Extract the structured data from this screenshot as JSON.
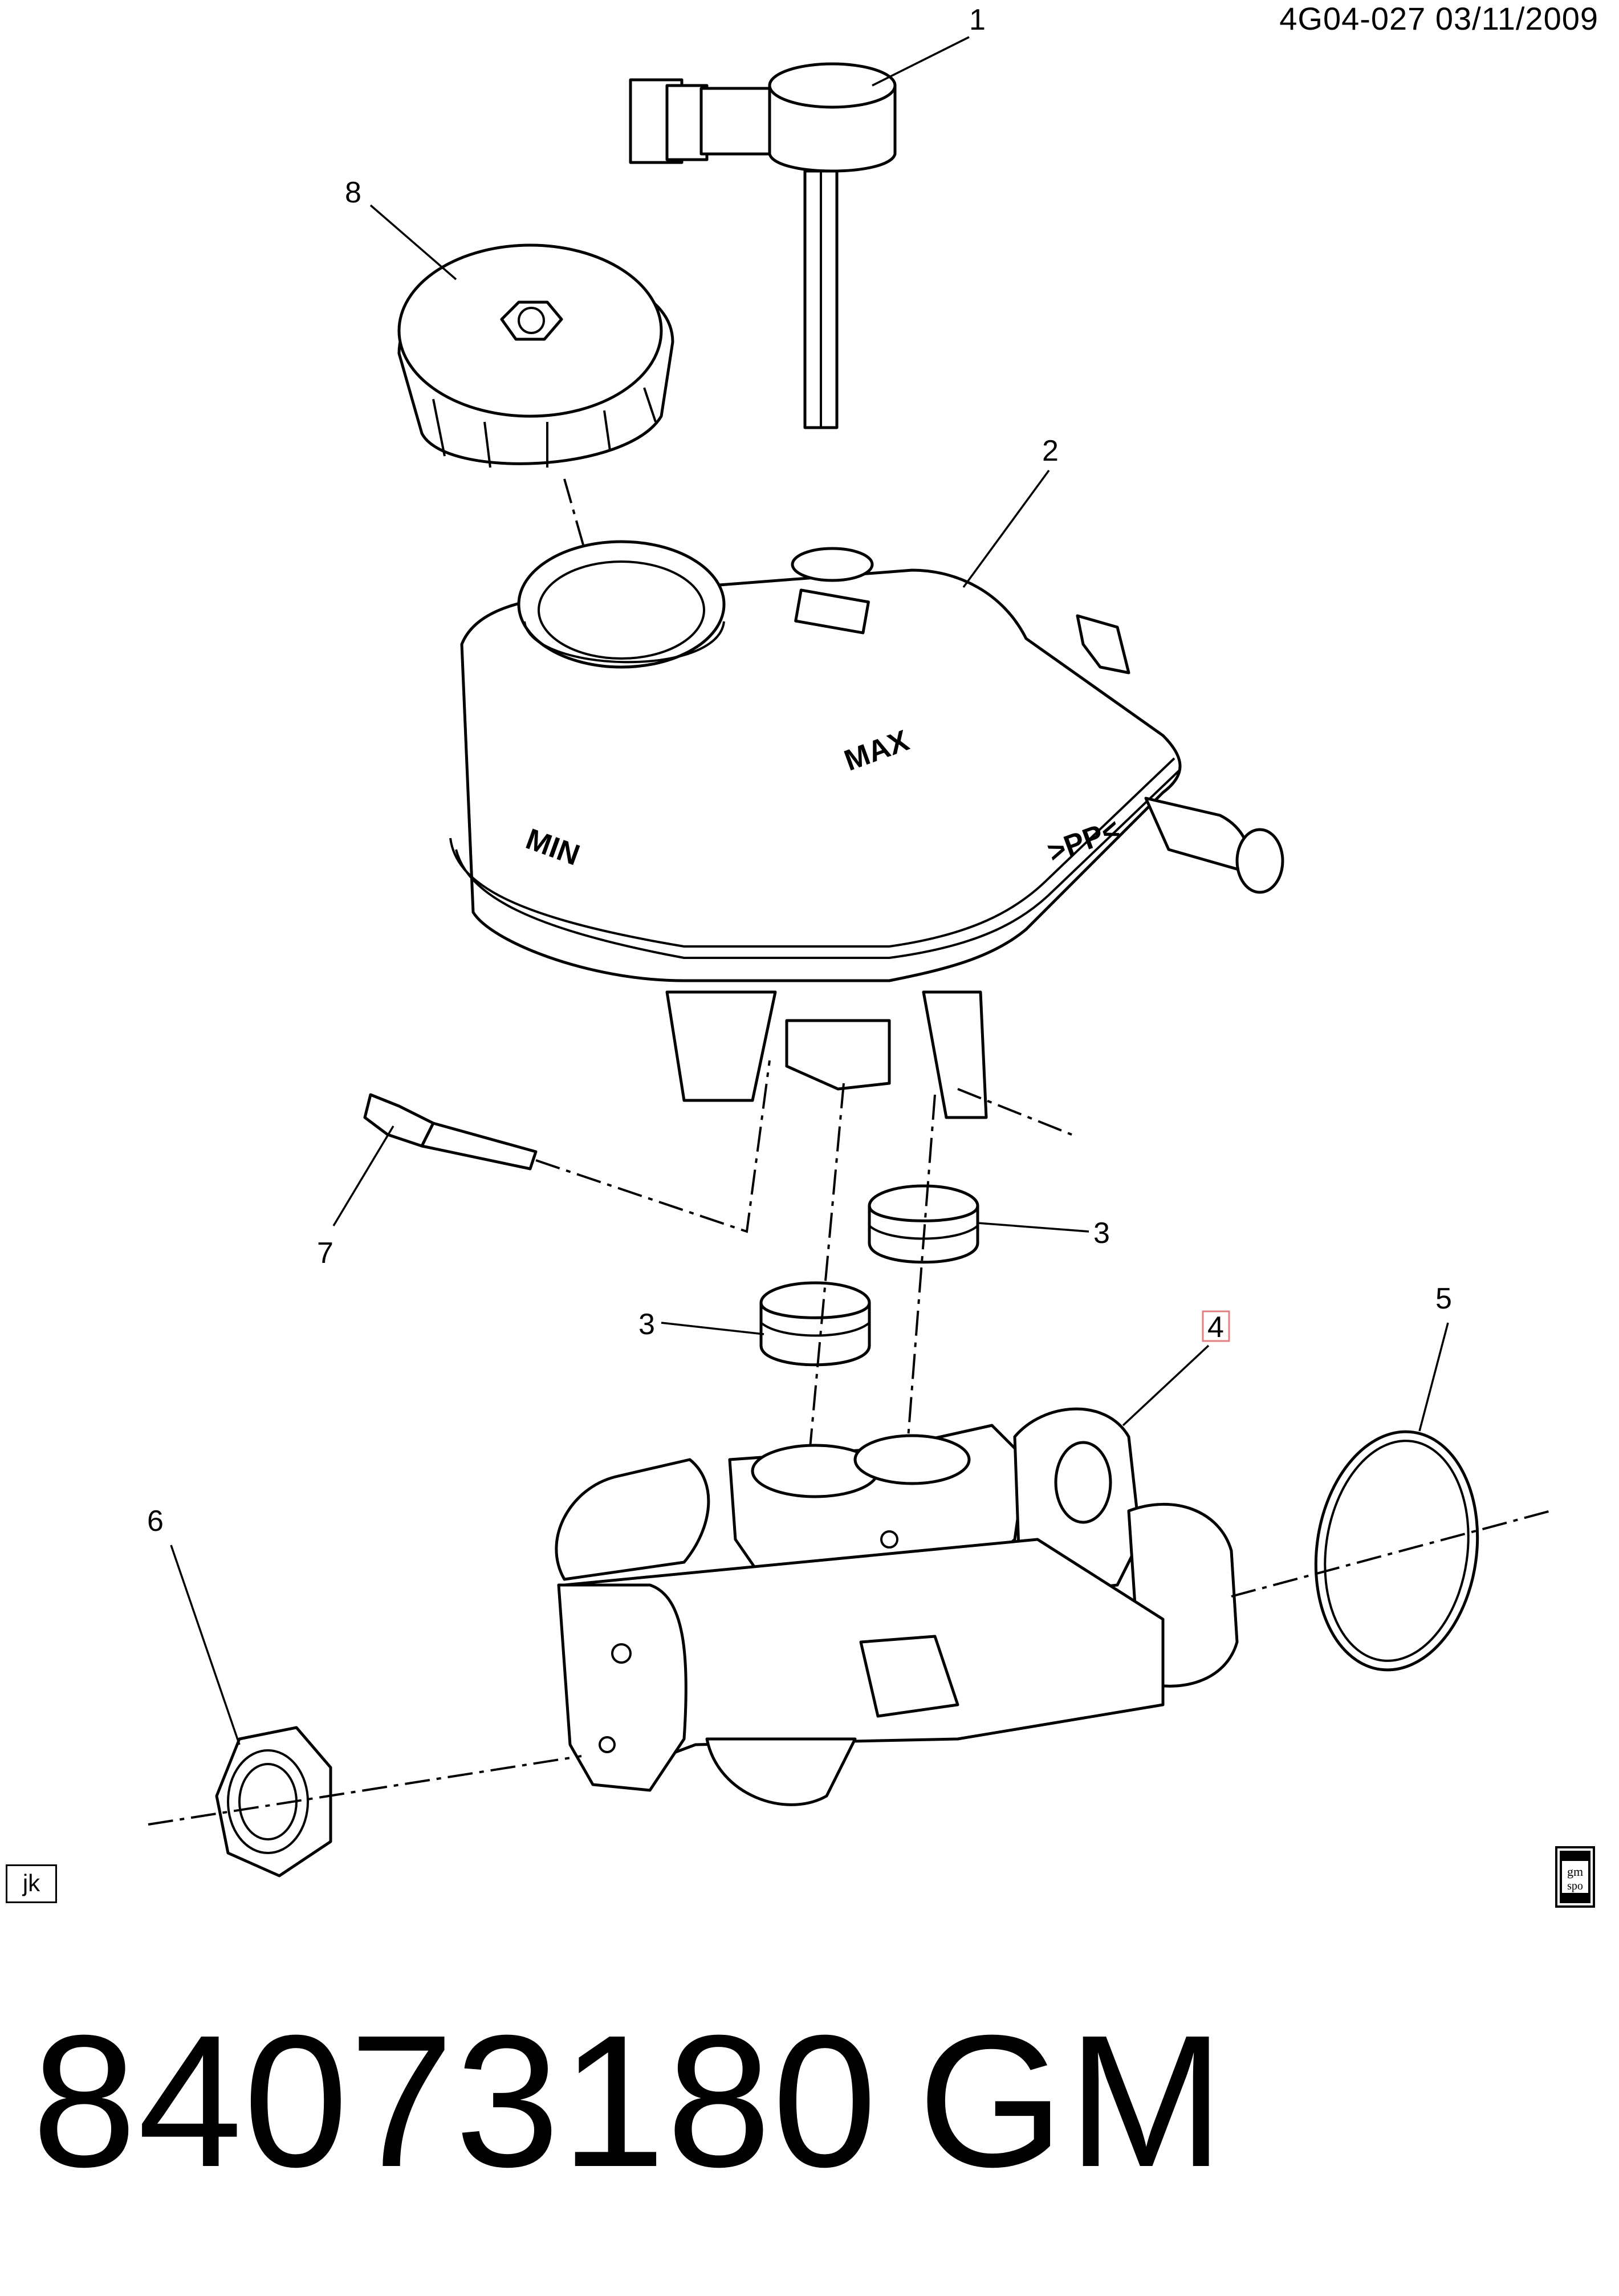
{
  "header": {
    "ref": "4G04-027  03/11/2009"
  },
  "callouts": {
    "c1": "1",
    "c2": "2",
    "c3a": "3",
    "c3b": "3",
    "c4": "4",
    "c5": "5",
    "c6": "6",
    "c7": "7",
    "c8": "8"
  },
  "markings": {
    "max": "MAX",
    "min": "MIN",
    "material": ">PP<"
  },
  "footer": {
    "jk": "jk",
    "part_number": "84073180",
    "brand": "GM"
  },
  "gmspo_logo_text": "gm spo",
  "colors": {
    "ink": "#000000",
    "paper": "#ffffff",
    "highlight": "#e08080"
  }
}
